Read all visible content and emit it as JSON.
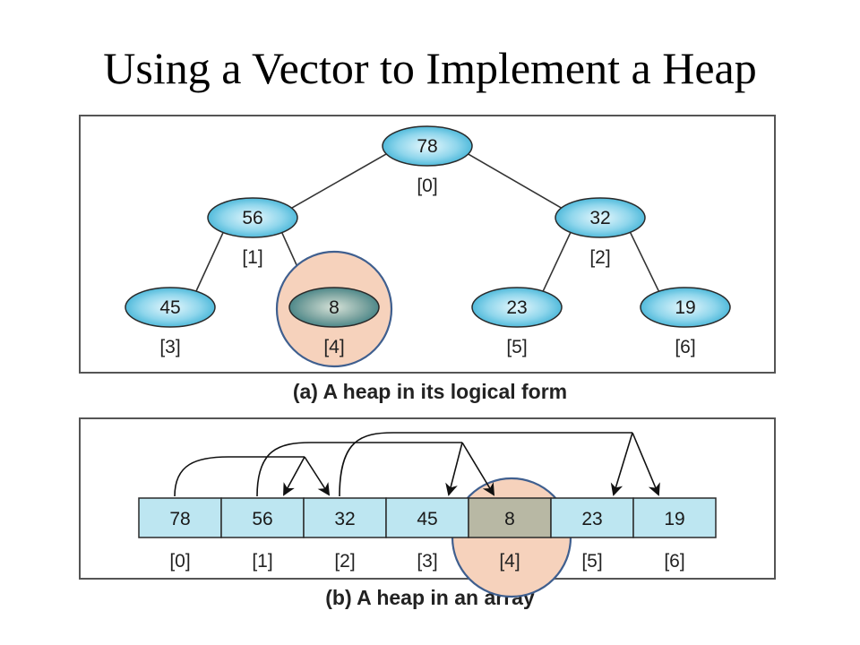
{
  "title": "Using a Vector to Implement a Heap",
  "tree": {
    "caption": "(a) A heap in its  logical form",
    "nodes": [
      {
        "value": "78",
        "index": "[0]"
      },
      {
        "value": "56",
        "index": "[1]"
      },
      {
        "value": "32",
        "index": "[2]"
      },
      {
        "value": "45",
        "index": "[3]"
      },
      {
        "value": "8",
        "index": "[4]"
      },
      {
        "value": "23",
        "index": "[5]"
      },
      {
        "value": "19",
        "index": "[6]"
      }
    ],
    "highlighted_index": 4
  },
  "array": {
    "caption": "(b) A heap in an array",
    "cells": [
      {
        "value": "78",
        "index": "[0]"
      },
      {
        "value": "56",
        "index": "[1]"
      },
      {
        "value": "32",
        "index": "[2]"
      },
      {
        "value": "45",
        "index": "[3]"
      },
      {
        "value": "8",
        "index": "[4]"
      },
      {
        "value": "23",
        "index": "[5]"
      },
      {
        "value": "19",
        "index": "[6]"
      }
    ],
    "highlighted_index": 4
  },
  "colors": {
    "node_fill": "#6cc7e3",
    "cell_fill": "#bde6f1",
    "highlight_circle": "#f6d2bc",
    "highlight_ring": "#3f5f8f",
    "highlight_node": "#6f9a98",
    "highlight_cell": "#b8b8a4"
  }
}
